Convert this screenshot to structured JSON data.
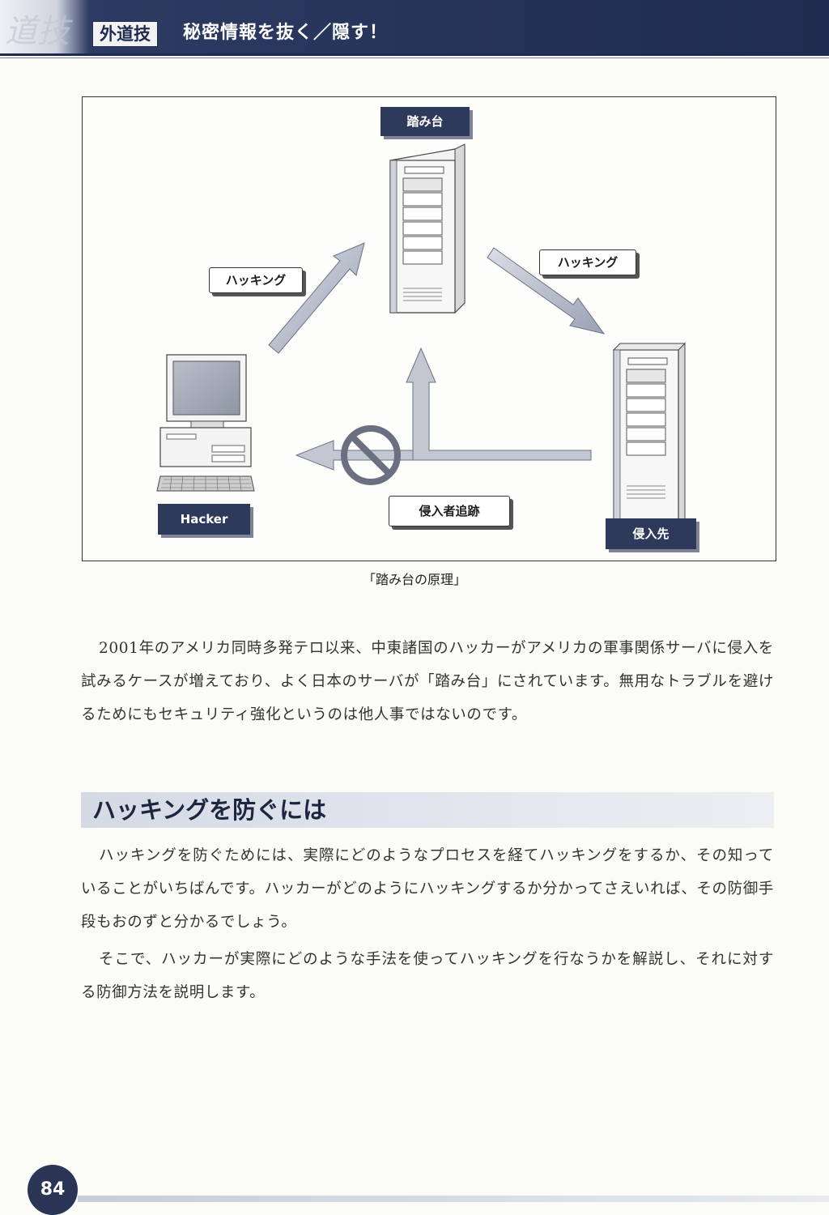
{
  "header": {
    "chapter_tag": "外道技",
    "title": "秘密情報を抜く／隠す！"
  },
  "diagram": {
    "labels": {
      "stepping_stone": "踏み台",
      "hacking_left": "ハッキング",
      "hacking_right": "ハッキング",
      "hacker": "Hacker",
      "trace": "侵入者追跡",
      "target": "侵入先"
    },
    "caption": "「踏み台の原理」"
  },
  "body": {
    "paragraph1": "2001年のアメリカ同時多発テロ以来、中東諸国のハッカーがアメリカの軍事関係サーバに侵入を試みるケースが増えており、よく日本のサーバが「踏み台」にされています。無用なトラブルを避けるためにもセキュリティ強化というのは他人事ではないのです。",
    "section_heading": "ハッキングを防ぐには",
    "paragraph2": "ハッキングを防ぐためには、実際にどのようなプロセスを経てハッキングをするか、その知っていることがいちばんです。ハッカーがどのようにハッキングするか分かってさえいれば、その防御手段もおのずと分かるでしょう。",
    "paragraph3": "そこで、ハッカーが実際にどのような手法を使ってハッキングを行なうかを解説し、それに対する防御方法を説明します。"
  },
  "footer": {
    "page_number": "84"
  }
}
